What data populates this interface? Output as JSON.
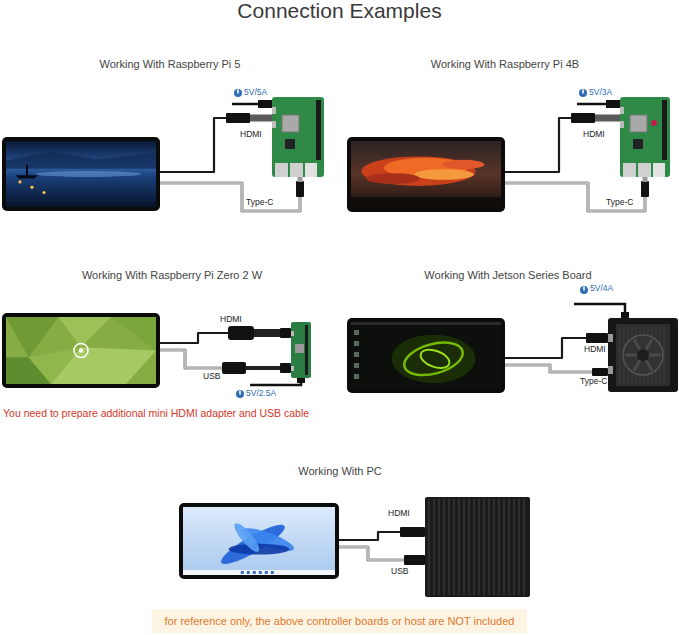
{
  "diagram": {
    "title": "Connection Examples",
    "caption": "for reference only, the above controller boards or host are NOT included",
    "nodes": [
      {
        "text": []
      },
      {
        "text": []
      },
      {
        "text": []
      },
      {
        "text": []
      },
      {
        "text": []
      },
      {
        "text": []
      },
      {
        "text": []
      },
      {
        "text": []
      },
      {
        "text": []
      },
      {
        "text": []
      }
    ],
    "edges": [
      {
        "from": 0,
        "to": 1,
        "label": "HDMI",
        "arrow": "none"
      },
      {
        "from": 0,
        "to": 1,
        "label": "Type-C",
        "arrow": "none"
      },
      {
        "from": 2,
        "to": 3,
        "label": "HDMI",
        "arrow": "none"
      },
      {
        "from": 2,
        "to": 3,
        "label": "Type-C",
        "arrow": "none"
      },
      {
        "from": 4,
        "to": 5,
        "label": "HDMI",
        "arrow": "none"
      },
      {
        "from": 4,
        "to": 5,
        "label": "USB",
        "arrow": "none"
      },
      {
        "from": 6,
        "to": 7,
        "label": "HDMI",
        "arrow": "none"
      },
      {
        "from": 6,
        "to": 7,
        "label": "Type-C",
        "arrow": "none"
      },
      {
        "from": 8,
        "to": 9,
        "label": "HDMI",
        "arrow": "none"
      },
      {
        "from": 8,
        "to": 9,
        "label": "USB",
        "arrow": "none"
      }
    ],
    "labels": [
      "Working With Raspberry Pi 5",
      "5V/5A",
      "Working With Raspberry Pi 4B",
      "5V/3A",
      "Working With Raspberry Pi Zero 2 W",
      "5V/2.5A",
      "You need to prepare additional mini HDMI adapter and USB cable",
      "Working With Jetson Series Board",
      "5V/4A",
      "Working With PC"
    ]
  }
}
